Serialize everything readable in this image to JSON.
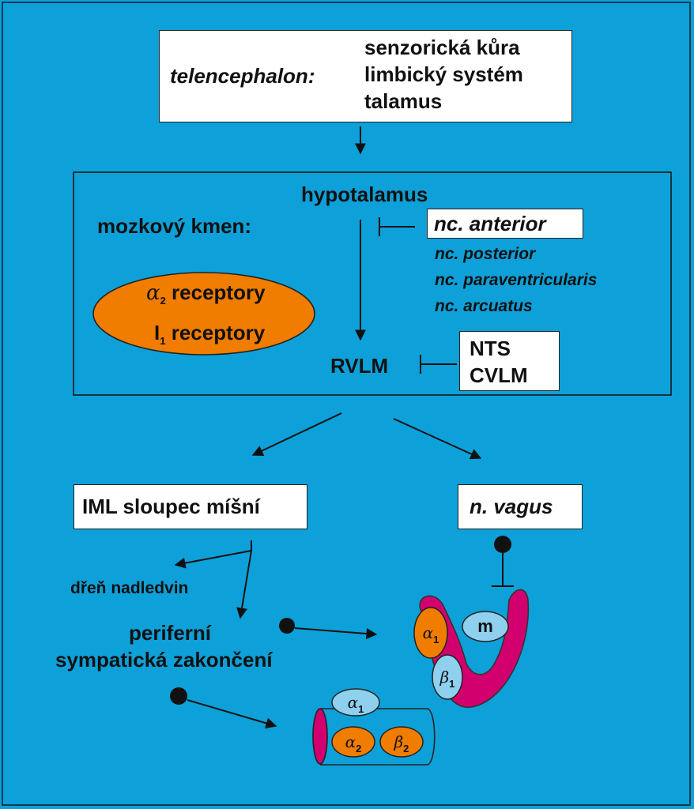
{
  "colors": {
    "background": "#0ea0d8",
    "receptor_orange": "#f07c00",
    "receptor_light_blue": "#8ed0ee",
    "organ_magenta": "#d2006e"
  },
  "telencephalon": {
    "label": "telencephalon:",
    "items": [
      "senzorická kůra",
      "limbický systém",
      "talamus"
    ]
  },
  "brainstem": {
    "label": "mozkový kmen:",
    "hypothalamus": "hypotalamus",
    "nuclei": [
      "nc. anterior",
      "nc. posterior",
      "nc. paraventricularis",
      "nc. arcuatus"
    ],
    "receptors": [
      {
        "symbol": "α",
        "sub": "2",
        "text": "receptory"
      },
      {
        "symbol": "I",
        "sub": "1",
        "text": "receptory"
      }
    ],
    "rvlm": "RVLM",
    "inhibitors": [
      "NTS",
      "CVLM"
    ]
  },
  "output": {
    "iml": "IML sloupec míšní",
    "vagus": "n. vagus",
    "adrenal": "dřeň nadledvin",
    "peripheral": [
      "periferní",
      "sympatická zakončení"
    ]
  },
  "organs": {
    "heart": {
      "alpha1": {
        "symbol": "α",
        "sub": "1"
      },
      "m": "m",
      "beta1": {
        "symbol": "β",
        "sub": "1"
      }
    },
    "vessel": {
      "alpha1": {
        "symbol": "α",
        "sub": "1"
      },
      "alpha2": {
        "symbol": "α",
        "sub": "2"
      },
      "beta2": {
        "symbol": "β",
        "sub": "2"
      }
    }
  }
}
